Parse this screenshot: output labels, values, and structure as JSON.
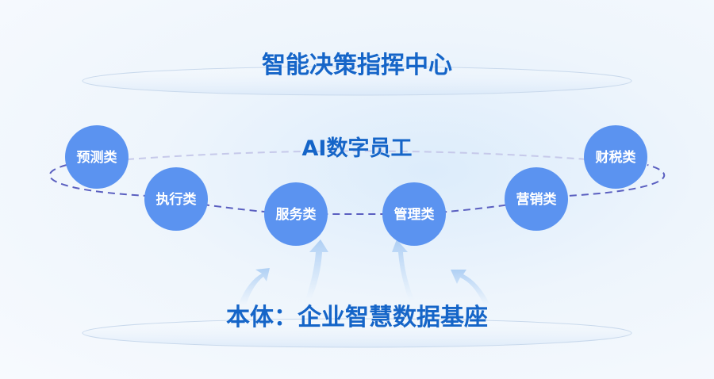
{
  "top_title": "智能决策指挥中心",
  "middle_title": "AI数字员工",
  "bottom_title": "本体：企业智慧数据基座",
  "nodes": [
    {
      "label": "预测类"
    },
    {
      "label": "执行类"
    },
    {
      "label": "服务类"
    },
    {
      "label": "管理类"
    },
    {
      "label": "营销类"
    },
    {
      "label": "财税类"
    }
  ],
  "colors": {
    "title": "#1565c8",
    "node": "#5b93f0",
    "ring": "#5a5fc0"
  }
}
